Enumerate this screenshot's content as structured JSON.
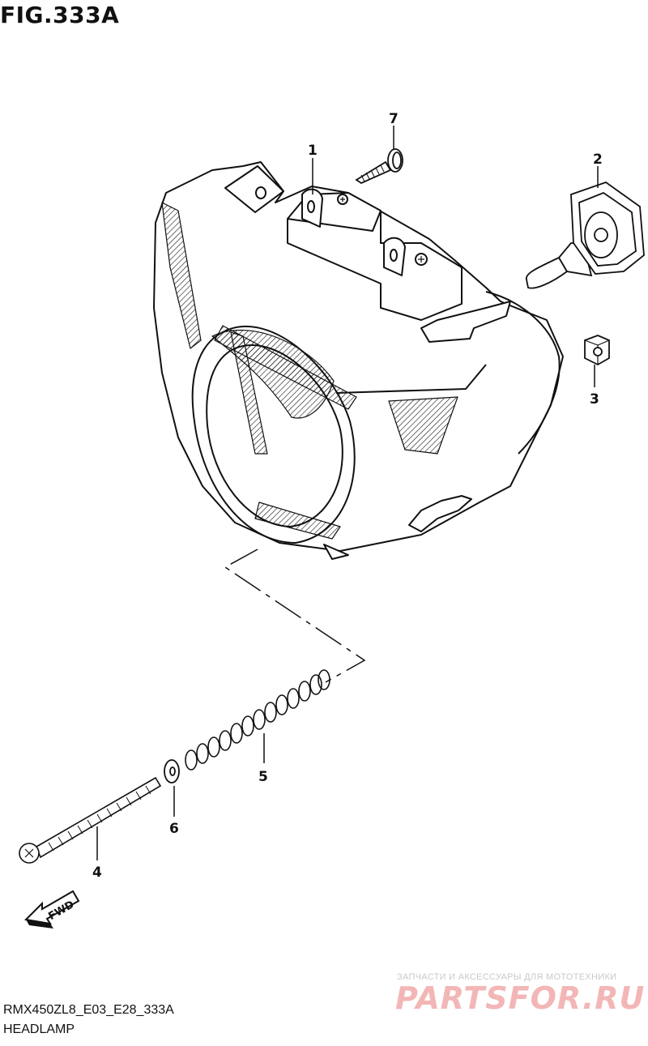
{
  "figure": {
    "title": "FIG.333A",
    "code": "RMX450ZL8_E03_E28_333A",
    "name": "HEADLAMP"
  },
  "callouts": [
    "1",
    "2",
    "3",
    "4",
    "5",
    "6",
    "7"
  ],
  "direction_badge": "FWD",
  "watermark": {
    "tagline": "ЗАПЧАСТИ И АКСЕССУАРЫ ДЛЯ МОТОТЕХНИКИ",
    "brand": "PARTSFOR.RU"
  }
}
